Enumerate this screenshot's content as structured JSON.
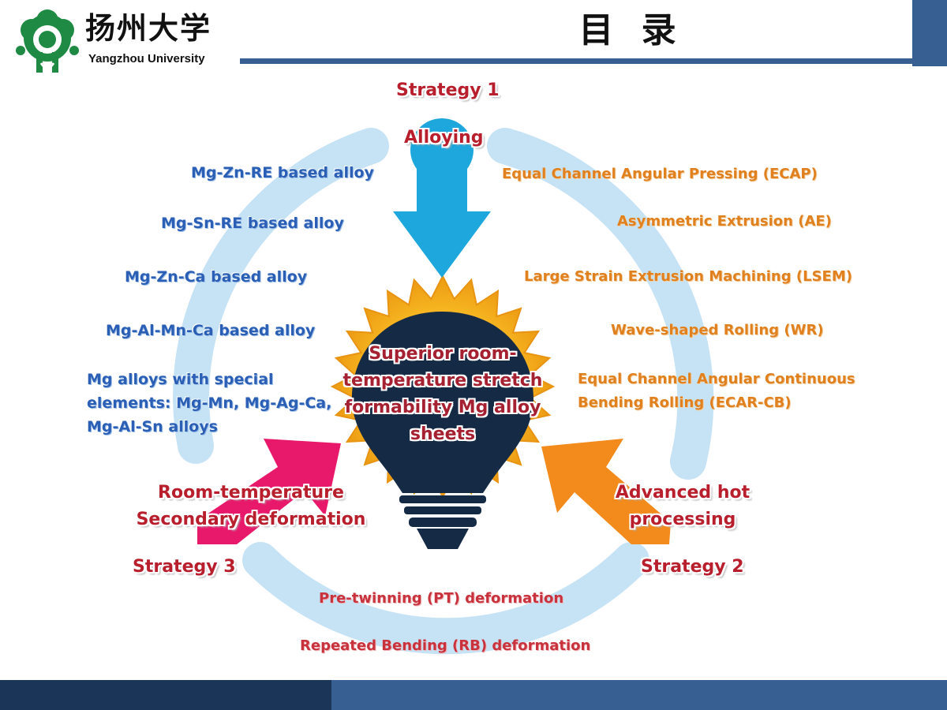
{
  "header": {
    "university_cn": "扬州大学",
    "university_en": "Yangzhou University",
    "title": "目 录"
  },
  "diagram": {
    "center": "Superior room-temperature stretch formability Mg alloy sheets",
    "strategy1": {
      "heading": "Strategy 1",
      "name": "Alloying"
    },
    "strategy2": {
      "heading": "Strategy 2",
      "name": "Advanced hot processing"
    },
    "strategy3": {
      "heading": "Strategy 3",
      "name": "Room-temperature Secondary deformation"
    },
    "alloying_items": [
      "Mg-Zn-RE based alloy",
      "Mg-Sn-RE based alloy",
      "Mg-Zn-Ca based alloy",
      "Mg-Al-Mn-Ca based alloy",
      "Mg alloys with special elements: Mg-Mn, Mg-Ag-Ca, Mg-Al-Sn alloys"
    ],
    "hot_processing_items": [
      "Equal Channel Angular Pressing (ECAP)",
      "Asymmetric Extrusion (AE)",
      "Large Strain Extrusion Machining (LSEM)",
      "Wave-shaped Rolling (WR)",
      "Equal Channel Angular Continuous Bending Rolling (ECAR-CB)"
    ],
    "secondary_items": [
      "Pre-twinning (PT) deformation",
      "Repeated Bending (RB) deformation"
    ]
  },
  "colors": {
    "header_blue": "#375f92",
    "footer_dark": "#1a3558",
    "ring": "#bfe0f4",
    "arrow_alloying": "#1ea7dc",
    "arrow_hot": "#f28a1c",
    "arrow_secondary": "#e8196a",
    "bulb": "#142a45",
    "burst": "#f4b11e"
  }
}
